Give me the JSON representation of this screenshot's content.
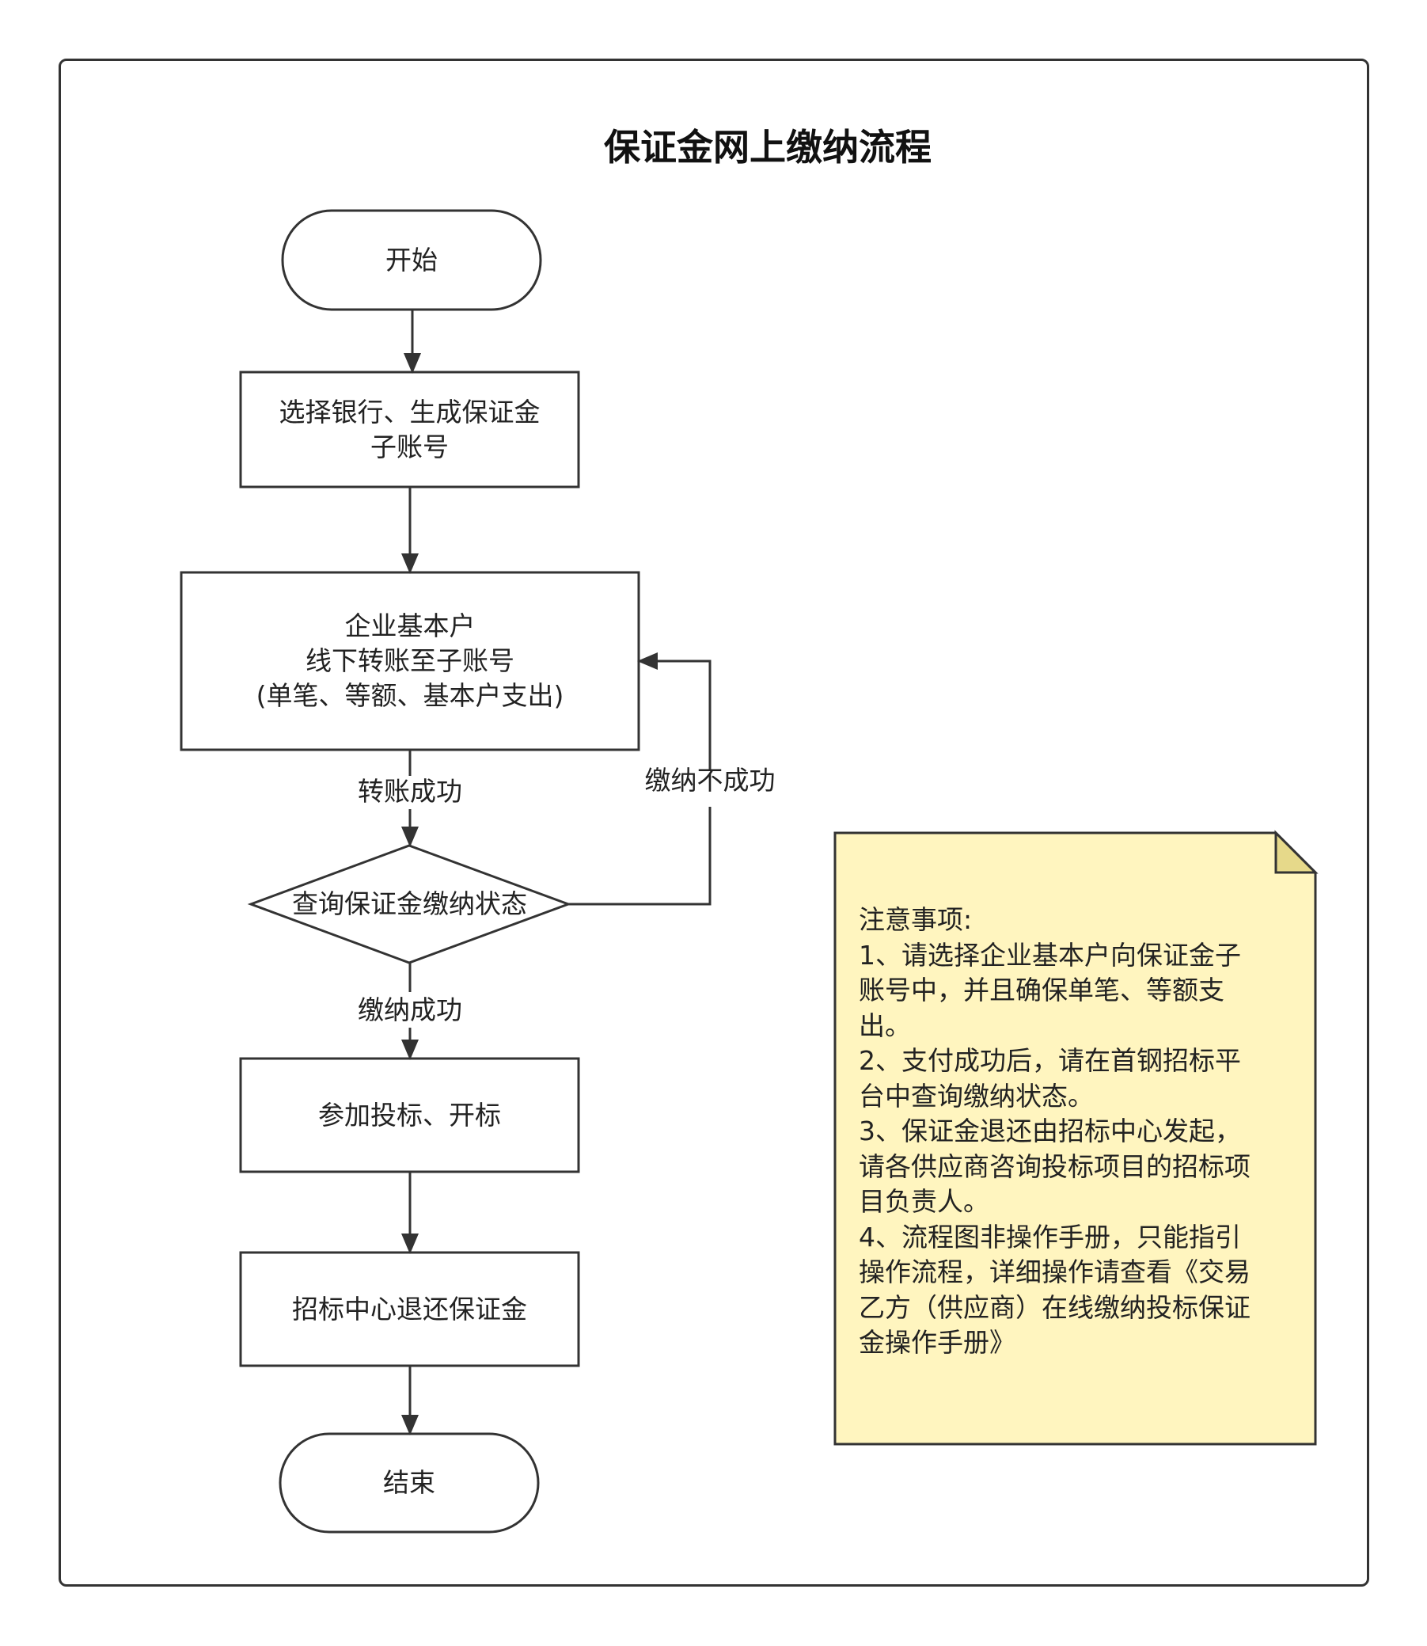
{
  "title": "保证金网上缴纳流程",
  "nodes": {
    "start": "开始",
    "select_bank": [
      "选择银行、生成保证金",
      "子账号"
    ],
    "transfer": [
      "企业基本户",
      "线下转账至子账号",
      "(单笔、等额、基本户支出)"
    ],
    "query": "查询保证金缴纳状态",
    "bid": "参加投标、开标",
    "refund": "招标中心退还保证金",
    "end": "结束"
  },
  "edges": {
    "transfer_success": "转账成功",
    "payment_failed": "缴纳不成功",
    "payment_success": "缴纳成功"
  },
  "note": {
    "lines": [
      "注意事项:",
      "1、请选择企业基本户向保证金子",
      "账号中，并且确保单笔、等额支",
      "出。",
      "2、支付成功后，请在首钢招标平",
      "台中查询缴纳状态。",
      "3、保证金退还由招标中心发起，",
      "请各供应商咨询投标项目的招标项",
      "目负责人。",
      "4、流程图非操作手册，只能指引",
      "操作流程，详细操作请查看《交易",
      "乙方（供应商）在线缴纳投标保证",
      "金操作手册》"
    ],
    "fill": "#fff5bf",
    "fold_fill": "#e6d98a"
  },
  "colors": {
    "stroke": "#333333",
    "background": "#ffffff"
  }
}
